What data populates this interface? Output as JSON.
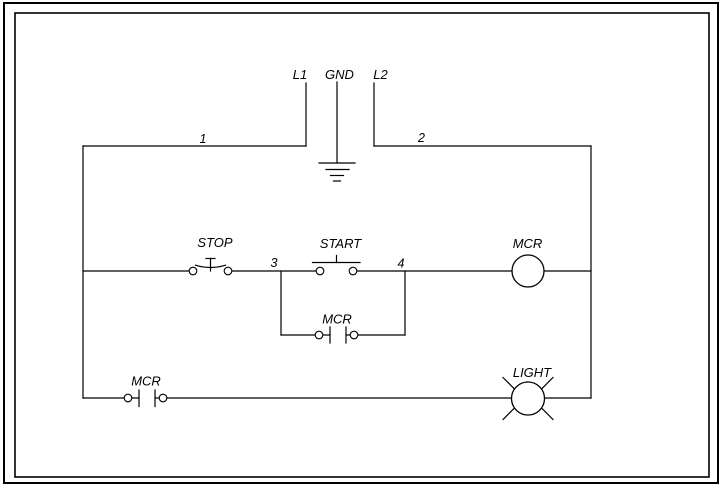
{
  "diagram": {
    "background": "#ffffff",
    "line_color": "#000000",
    "power_labels": {
      "l1": "L1",
      "gnd": "GND",
      "l2": "L2"
    },
    "wire_numbers": {
      "wire1": "1",
      "wire2": "2",
      "node3": "3",
      "node4": "4"
    },
    "component_labels": {
      "stop_button": "STOP",
      "start_button": "START",
      "mcr_coil": "MCR",
      "mcr_seal_contact": "MCR",
      "mcr_light_contact": "MCR",
      "light": "LIGHT"
    }
  }
}
